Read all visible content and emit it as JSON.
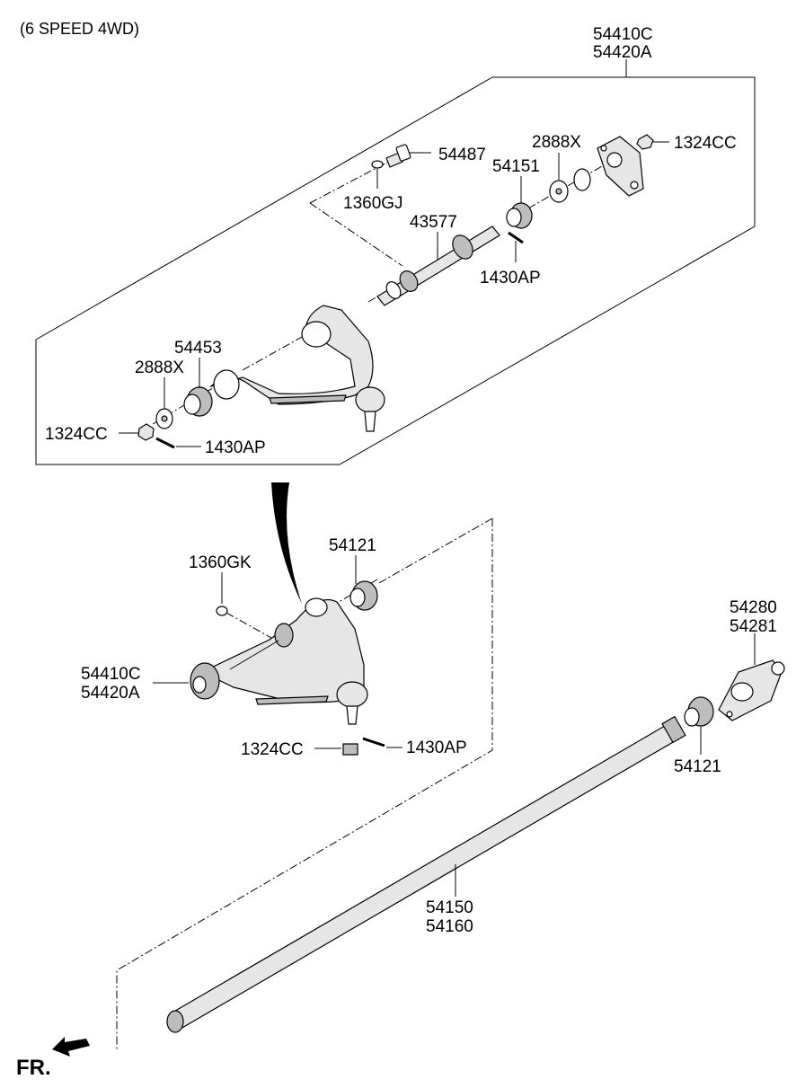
{
  "header": {
    "variant": "(6 SPEED 4WD)"
  },
  "direction": {
    "label": "FR."
  },
  "labels": {
    "assembly_upper": [
      "54410C",
      "54420A"
    ],
    "bolt": "54487",
    "clip_gj": "1360GJ",
    "washer_top": "2888X",
    "nut_top": "1324CC",
    "bushing_top": "54151",
    "shaft": "43577",
    "pin_top": "1430AP",
    "bushing_left": "54453",
    "washer_left": "2888X",
    "nut_left": "1324CC",
    "pin_left": "1430AP",
    "bushing_mid": "54121",
    "clip_gk": "1360GK",
    "assembly_lower": [
      "54410C",
      "54420A"
    ],
    "nut_lower": "1324CC",
    "pin_lower": "1430AP",
    "housing": [
      "54280",
      "54281"
    ],
    "bushing_right": "54121",
    "torsion_bar": [
      "54150",
      "54160"
    ]
  }
}
